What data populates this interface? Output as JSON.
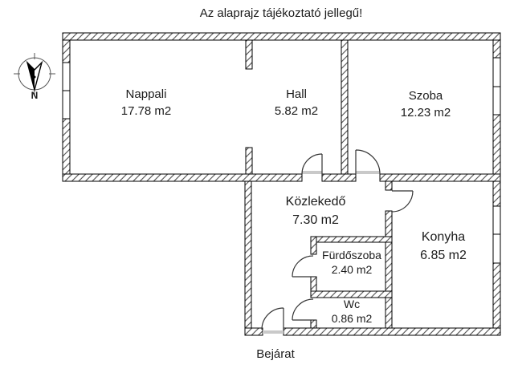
{
  "title": "Az alaprajz tájékoztató jellegű!",
  "compass": {
    "north_label": "N"
  },
  "rooms": {
    "nappali": {
      "name": "Nappali",
      "area": "17.78 m2"
    },
    "hall": {
      "name": "Hall",
      "area": "5.82 m2"
    },
    "szoba": {
      "name": "Szoba",
      "area": "12.23 m2"
    },
    "kozlekedo": {
      "name": "Közlekedő",
      "area": "7.30 m2"
    },
    "konyha": {
      "name": "Konyha",
      "area": "6.85 m2"
    },
    "furdoszoba": {
      "name": "Fürdőszoba",
      "area": "2.40 m2"
    },
    "wc": {
      "name": "Wc",
      "area": "0.86 m2"
    }
  },
  "entrance_label": "Bejárat",
  "colors": {
    "background": "#ffffff",
    "wall_outline": "#000000",
    "wall_hatch": "#4f4f4f",
    "door_line": "#333333",
    "threshold": "#c9c9c9",
    "text": "#1b1b1b"
  }
}
